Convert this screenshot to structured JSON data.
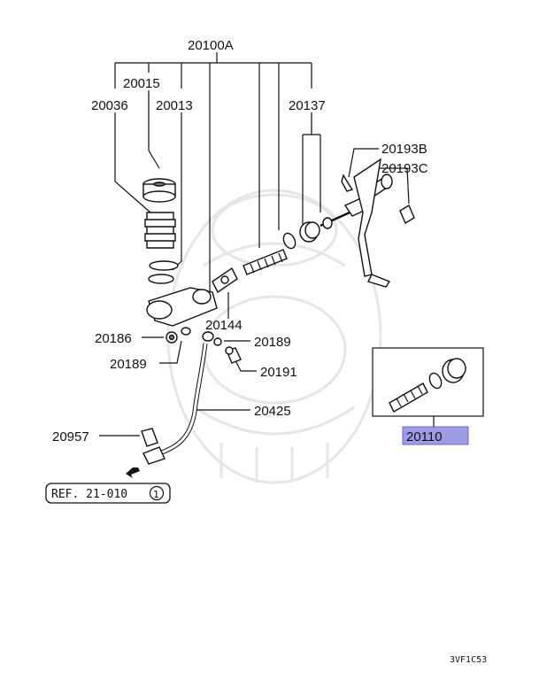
{
  "diagram": {
    "labels": {
      "p20100A": "20100A",
      "p20015": "20015",
      "p20036": "20036",
      "p20013": "20013",
      "p20137": "20137",
      "p20193B": "20193B",
      "p20193C": "20193C",
      "p20144": "20144",
      "p20186": "20186",
      "p20189a": "20189",
      "p20189b": "20189",
      "p20191": "20191",
      "p20425": "20425",
      "p20957": "20957",
      "p20110": "20110"
    },
    "reference": {
      "text": "REF. 21-010",
      "circle": "1"
    },
    "drawing_code": "3VF1C53",
    "highlight_color": "#9b9be6"
  }
}
